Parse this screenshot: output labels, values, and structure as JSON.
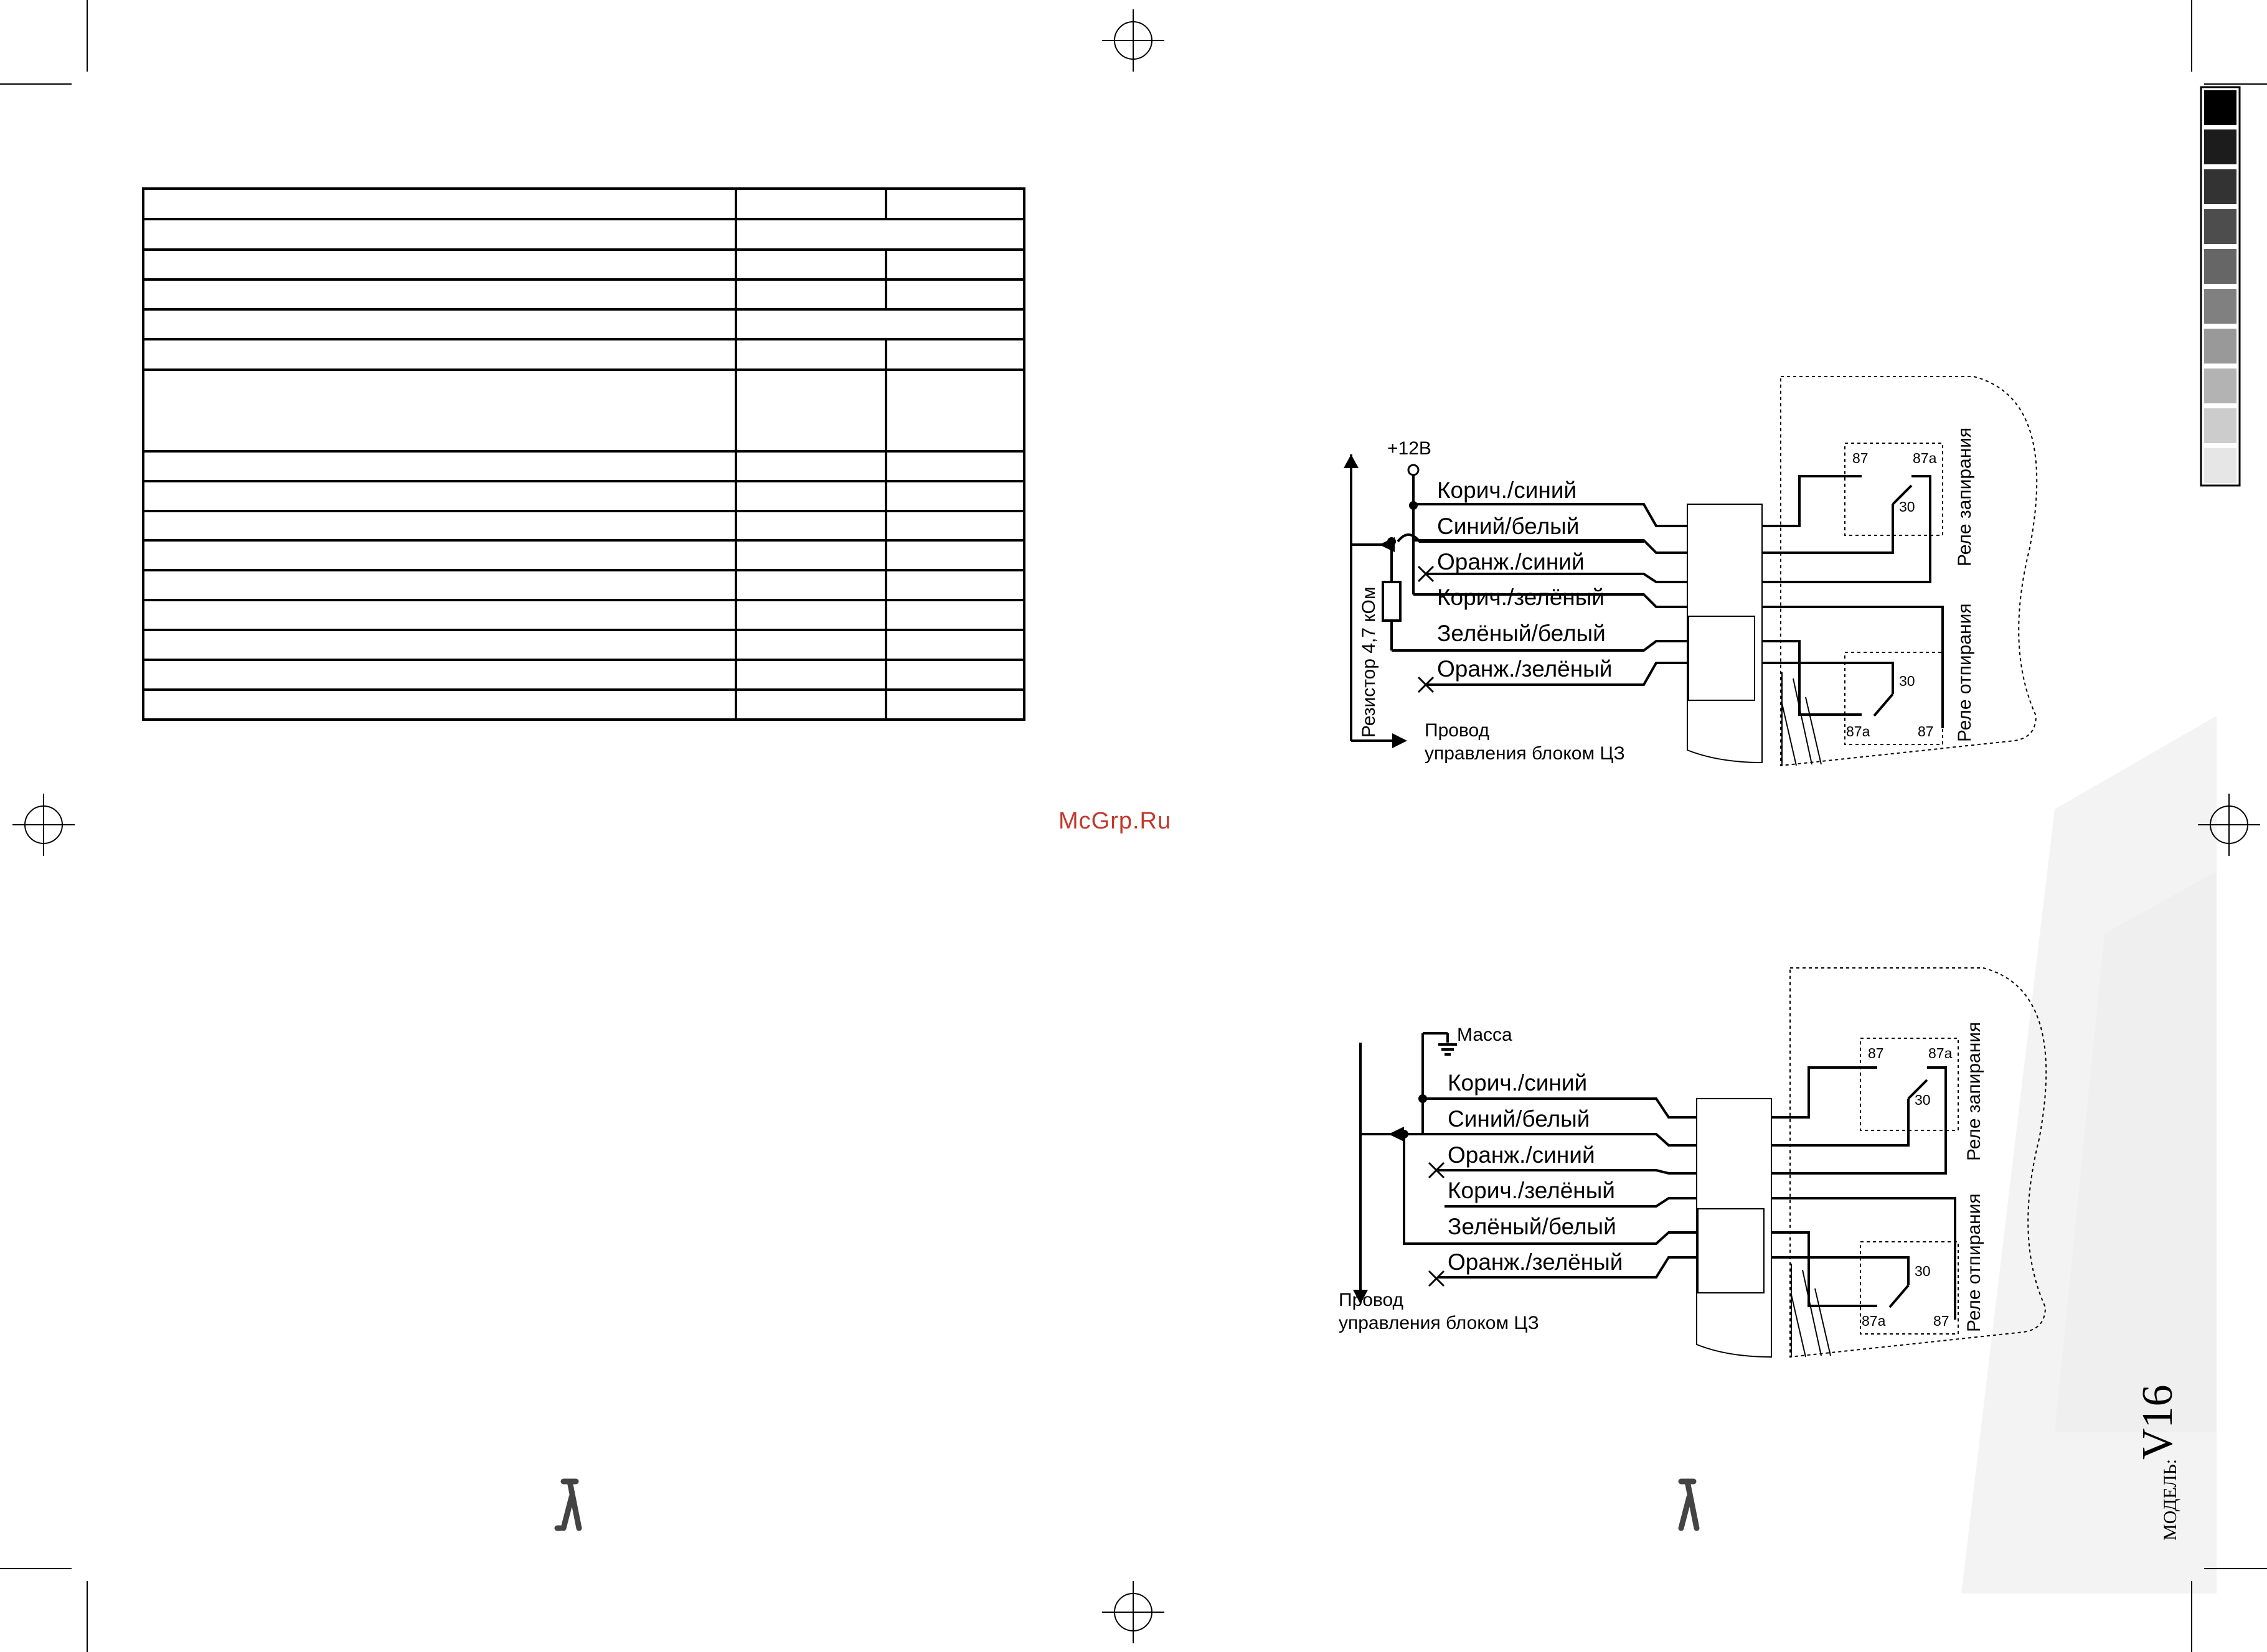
{
  "diagram1": {
    "supply_label": "+12В",
    "resistor_label": "Резистор 4,7 кОм",
    "wires": [
      "Корич./синий",
      "Синий/белый",
      "Оранж./синий",
      "Корич./зелёный",
      "Зелёный/белый",
      "Оранж./зелёный"
    ],
    "control_label_line1": "Провод",
    "control_label_line2": "управления блоком ЦЗ",
    "relay_lock": "Реле запирания",
    "relay_unlock": "Реле отпирания",
    "pins": {
      "p87": "87",
      "p87a": "87a",
      "p30": "30"
    }
  },
  "diagram2": {
    "ground_label": "Масса",
    "wires": [
      "Корич./синий",
      "Синий/белый",
      "Оранж./синий",
      "Корич./зелёный",
      "Зелёный/белый",
      "Оранж./зелёный"
    ],
    "control_label_line1": "Провод",
    "control_label_line2": "управления блоком ЦЗ",
    "relay_lock": "Реле запирания",
    "relay_unlock": "Реле отпирания",
    "pins": {
      "p87": "87",
      "p87a": "87a",
      "p30": "30"
    }
  },
  "watermark": "McGrp.Ru",
  "model_label": "МОДЕЛЬ:",
  "model_value": "V16"
}
